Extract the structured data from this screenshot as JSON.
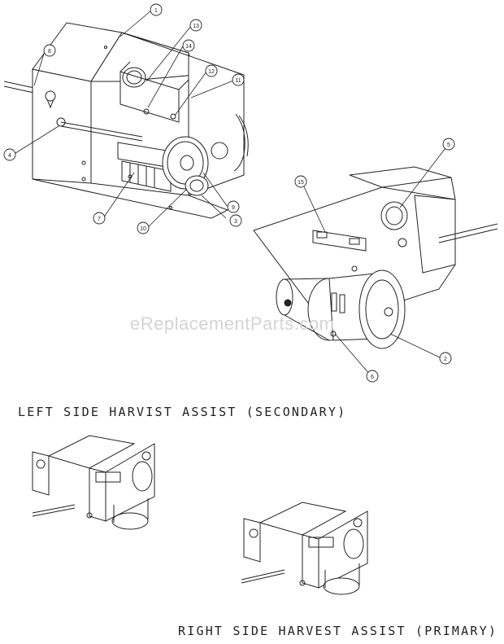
{
  "watermark": "eReplacementParts.com",
  "captions": {
    "left": "LEFT SIDE HARVIST ASSIST (SECONDARY)",
    "right": "RIGHT SIDE HARVEST ASSIST (PRIMARY)"
  },
  "callouts": {
    "c1": "1",
    "c2": "2",
    "c3": "3",
    "c4": "4",
    "c5": "5",
    "c6": "6",
    "c7": "7",
    "c8": "8",
    "c9": "9",
    "c10": "10",
    "c11": "11",
    "c12": "12",
    "c13": "13",
    "c14": "14",
    "c15": "15"
  }
}
